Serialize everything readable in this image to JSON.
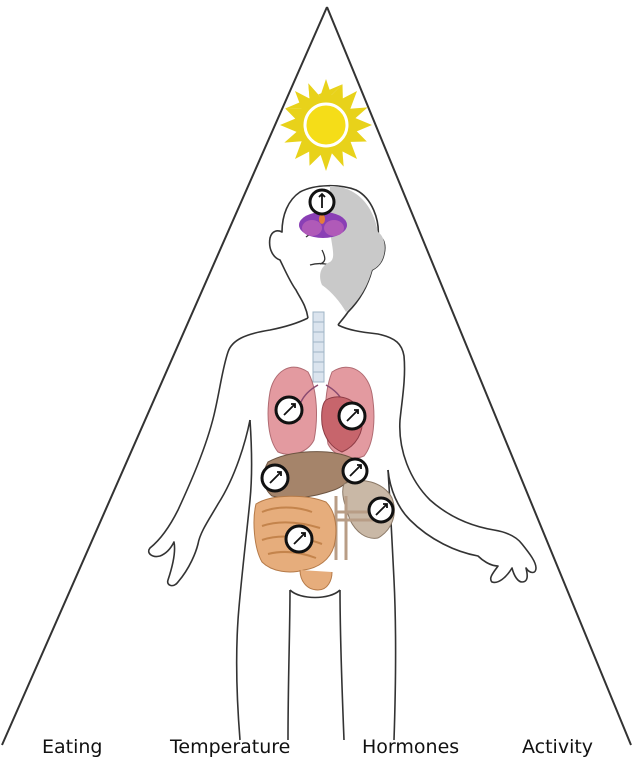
{
  "factors": [
    {
      "label": "Eating"
    },
    {
      "label": "Temperature"
    },
    {
      "label": "Hormones"
    },
    {
      "label": "Activity"
    }
  ],
  "colors": {
    "outline": "#333333",
    "sun": "#e8d21a",
    "sun_core": "#f2dc22",
    "brain": "#8a3fb5",
    "lung": "#d9848a",
    "heart": "#b5484f",
    "liver": "#9c7a5e",
    "intestine": "#e0a06d"
  },
  "icons": [
    "sun-icon",
    "clock-icon"
  ]
}
